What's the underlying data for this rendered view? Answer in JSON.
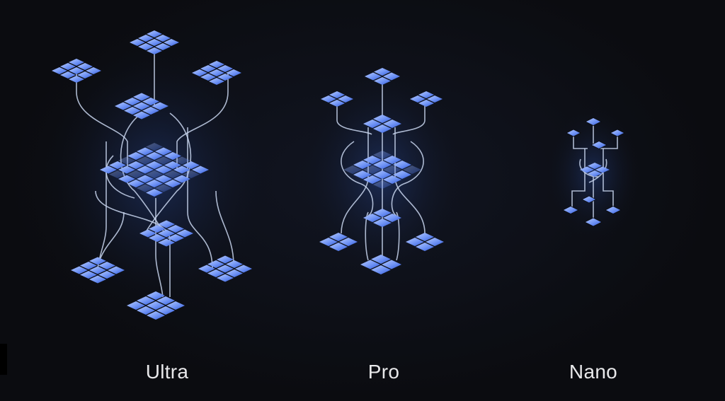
{
  "models": [
    {
      "id": "ultra",
      "label": "Ultra"
    },
    {
      "id": "pro",
      "label": "Pro"
    },
    {
      "id": "nano",
      "label": "Nano"
    }
  ],
  "colors": {
    "background": "#0b0c10",
    "tile_light": "#8fb2ff",
    "tile_dark": "#2f58d8",
    "wire": "#c9d6ee",
    "label_text": "#e8e8ea"
  }
}
